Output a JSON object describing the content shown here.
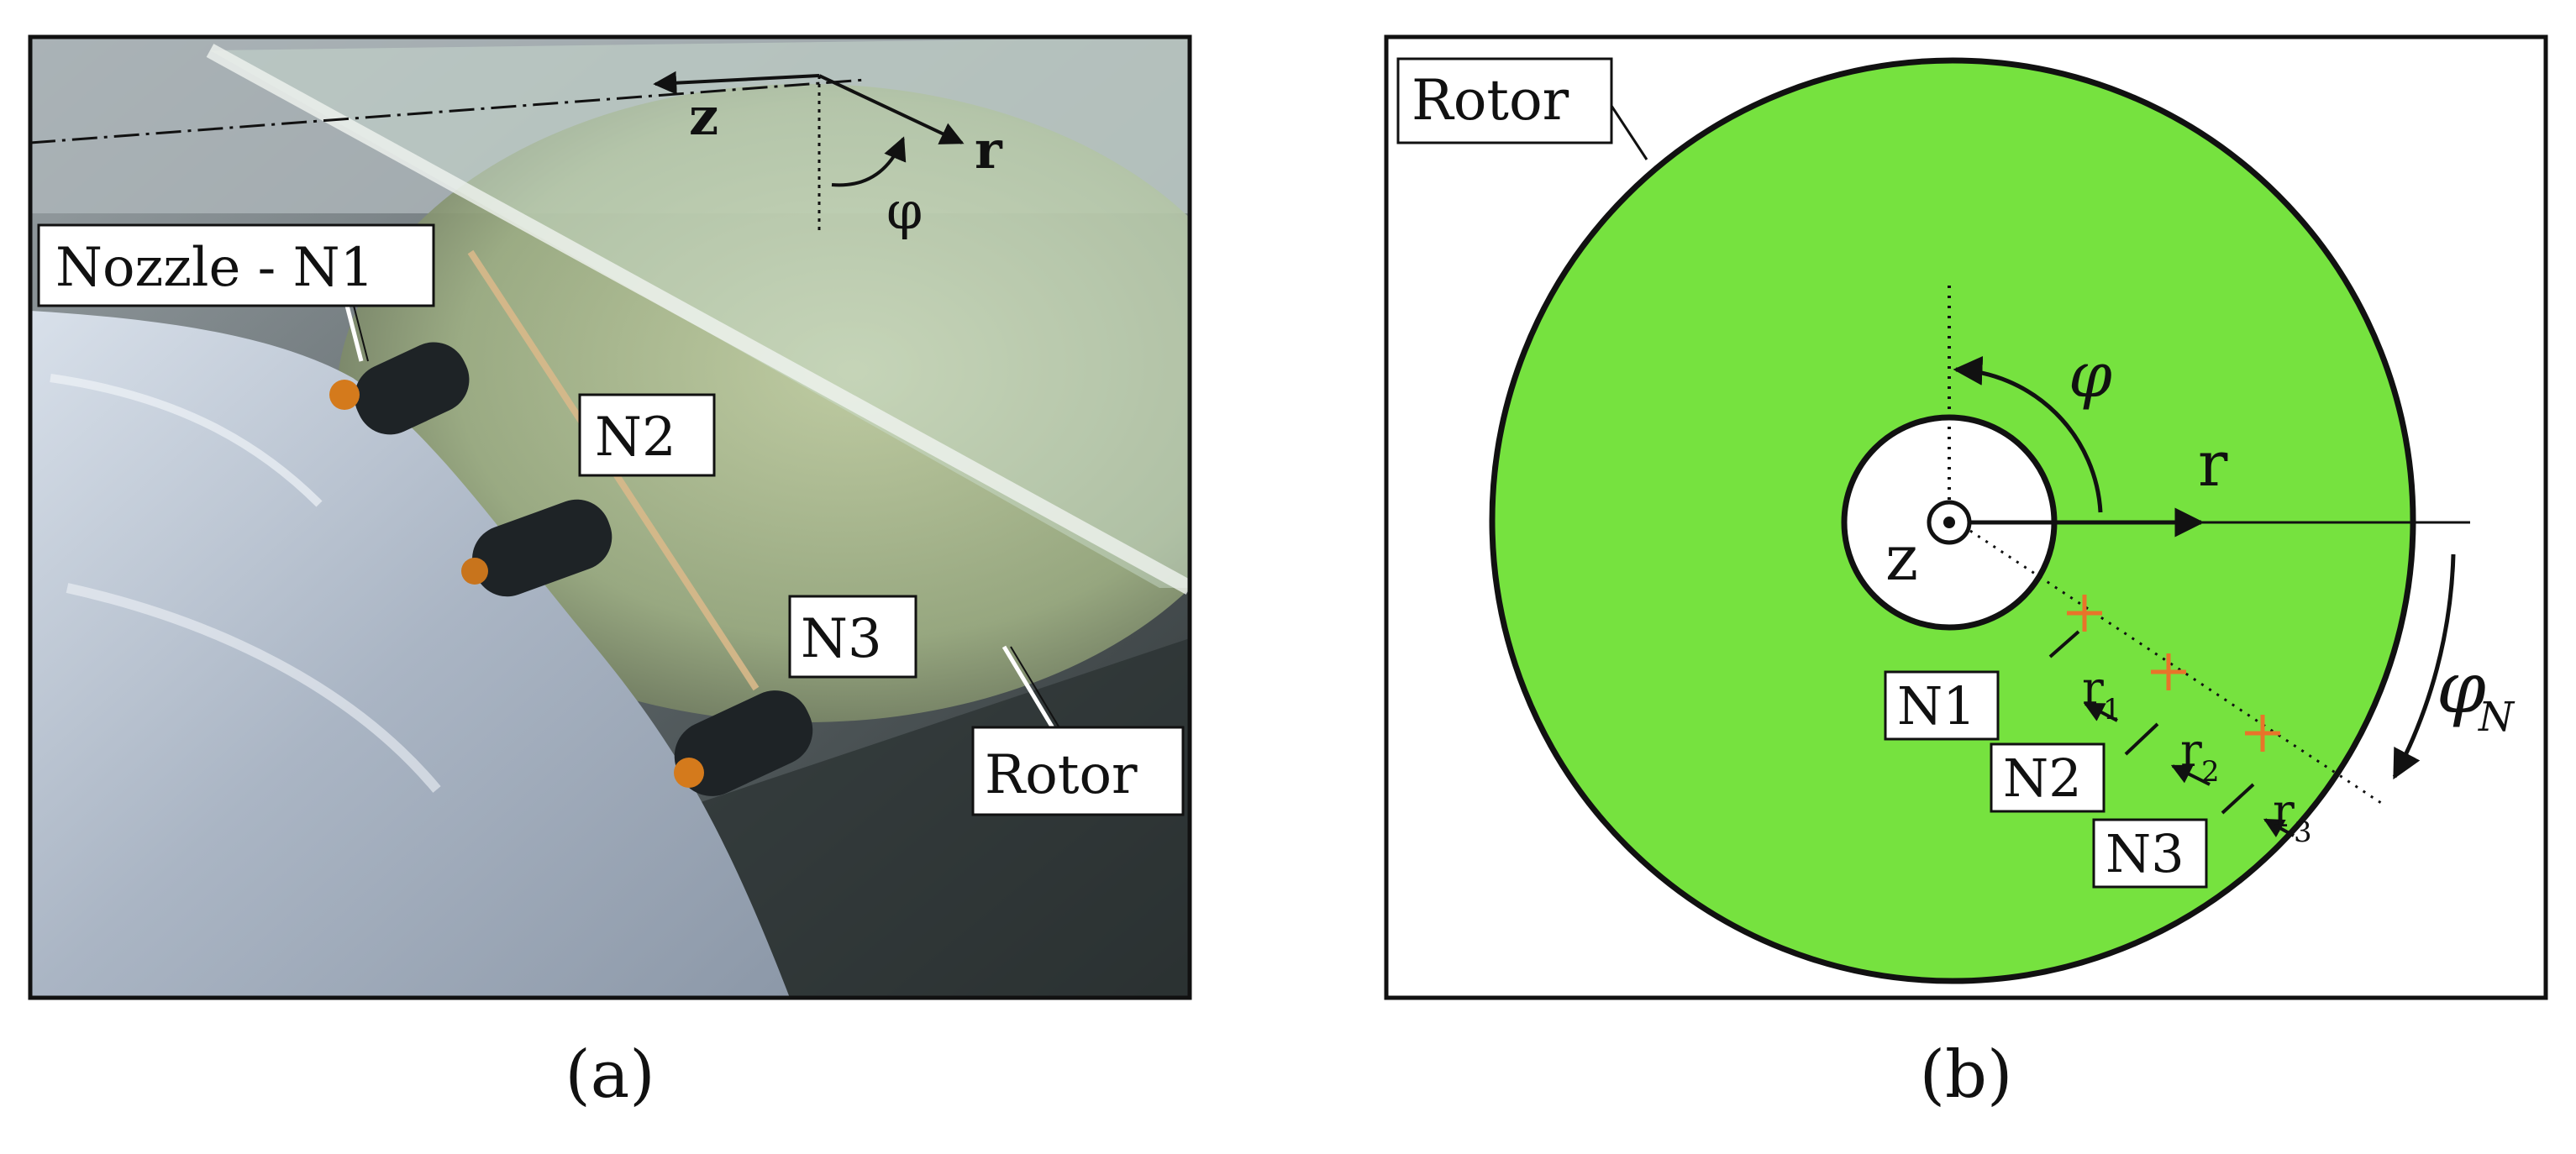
{
  "panel_a": {
    "caption": "(a)",
    "labels": {
      "nozzle_n1": "Nozzle - N1",
      "n2": "N2",
      "n3": "N3",
      "rotor": "Rotor",
      "axis_z": "z",
      "axis_r": "r",
      "axis_phi": "φ"
    }
  },
  "panel_b": {
    "caption": "(b)",
    "labels": {
      "rotor": "Rotor",
      "axis_z": "z",
      "axis_r": "r",
      "axis_phi": "φ",
      "phi_n_main": "φ",
      "phi_n_sub": "N",
      "n1": "N1",
      "n2": "N2",
      "n3": "N3",
      "r1_main": "r",
      "r1_sub": "1",
      "r2_main": "r",
      "r2_sub": "2",
      "r3_main": "r",
      "r3_sub": "3"
    },
    "colors": {
      "rotor_fill": "#76e23f",
      "nozzle_marker": "#e8742a",
      "outline": "#111111"
    }
  }
}
